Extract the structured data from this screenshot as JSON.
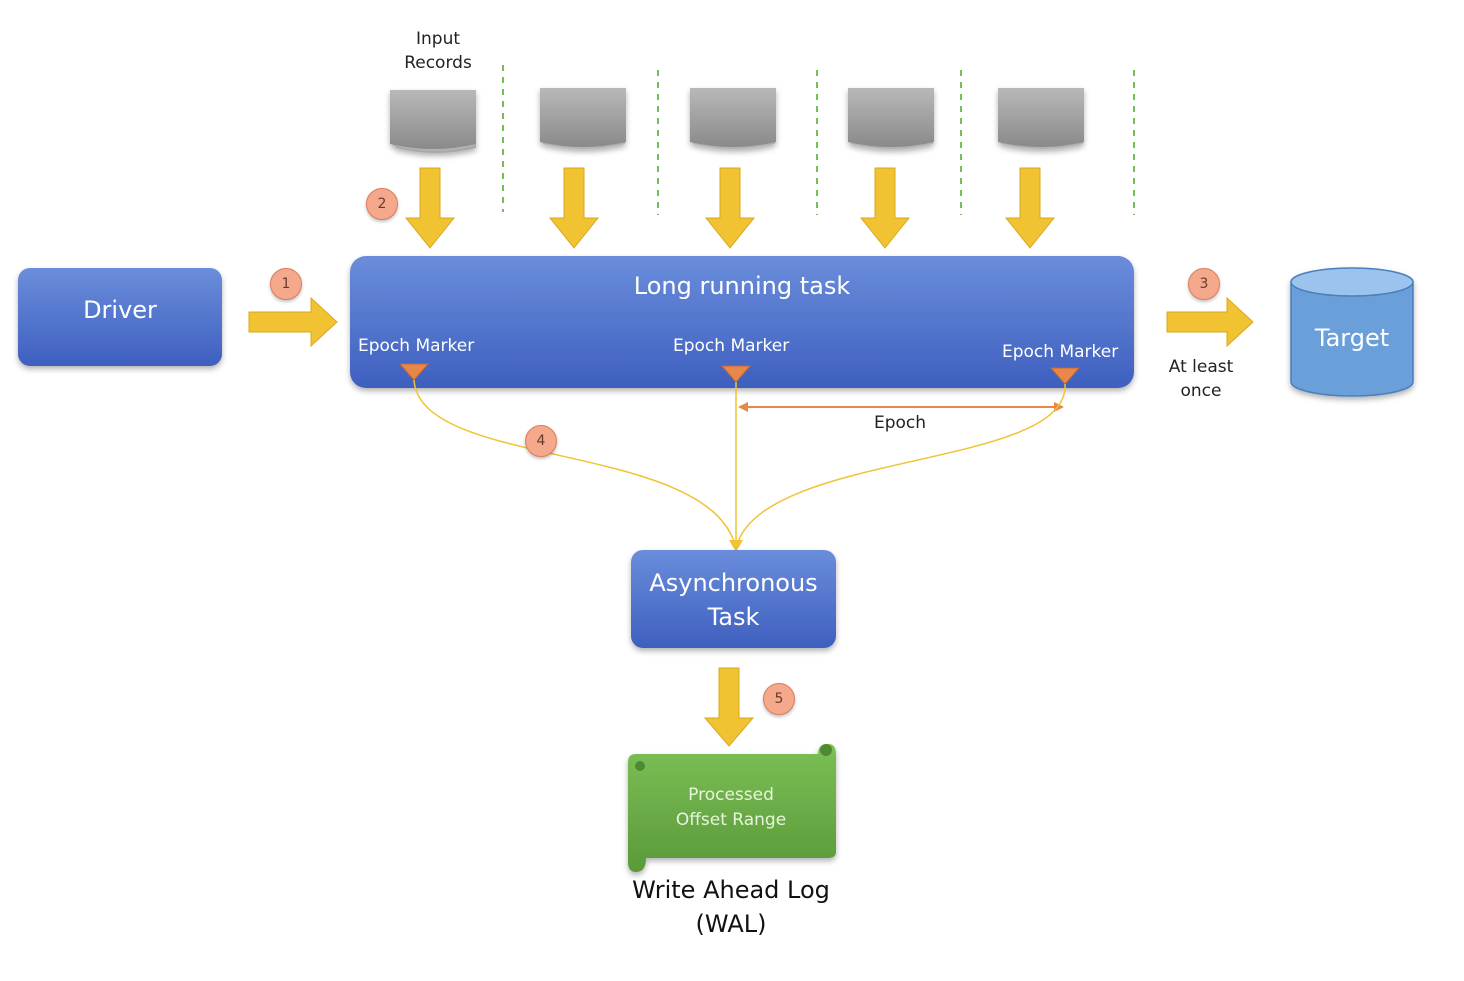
{
  "colors": {
    "box_blue": "#4a6fc9",
    "arrow_yellow": "#f1c232",
    "epoch_orange": "#e8874a",
    "wal_green": "#6aaa45",
    "target_blue": "#6b9fd9",
    "doc_gray": "#9a9a9a",
    "divider_green": "#6fbf5a"
  },
  "input": {
    "label": "Input\nRecords"
  },
  "driver": {
    "label": "Driver"
  },
  "task": {
    "title": "Long running task",
    "markers": [
      "Epoch Marker",
      "Epoch Marker",
      "Epoch Marker"
    ]
  },
  "epoch": {
    "label": "Epoch"
  },
  "target": {
    "label": "Target",
    "note": "At least\nonce"
  },
  "async": {
    "label": "Asynchronous\nTask"
  },
  "wal": {
    "content": "Processed\nOffset Range",
    "label": "Write Ahead Log\n(WAL)"
  },
  "steps": [
    "1",
    "2",
    "3",
    "4",
    "5"
  ]
}
